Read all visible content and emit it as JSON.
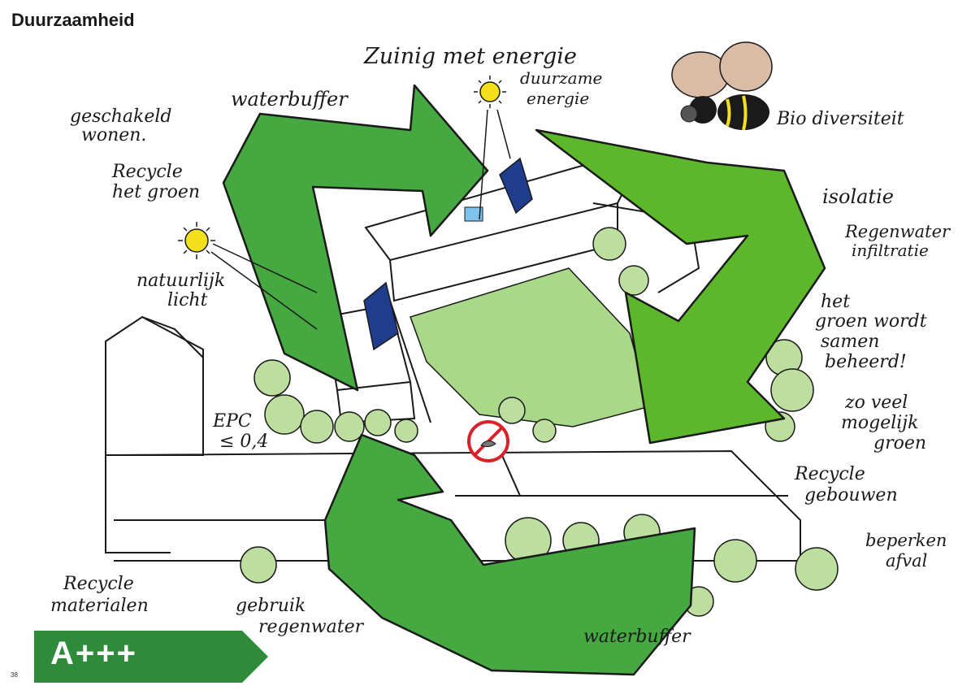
{
  "title": "Duurzaamheid",
  "page_number": "38",
  "rating": {
    "label": "A+++",
    "color": "#2e8b3a"
  },
  "colors": {
    "arrow_dark": "#45a840",
    "arrow_light": "#5cb82a",
    "lawn": "#a8d888",
    "tree": "#bcdf9f",
    "panel": "#1f3d8c",
    "sun": "#f3e01a",
    "no_sign": "#d8232a"
  },
  "labels": {
    "zuinig": "Zuinig met energie",
    "duurzame": "duurzame",
    "energie": "energie",
    "waterbuffer_top": "waterbuffer",
    "geschakeld": "geschakeld",
    "wonen": "wonen.",
    "recycle_het": "Recycle",
    "het_groen": "het groen",
    "natuurlijk": "natuurlijk",
    "licht": "licht",
    "biodiversiteit": "Bio diversiteit",
    "isolatie": "isolatie",
    "regenwater": "Regenwater",
    "infiltratie": "infiltratie",
    "het": "het",
    "groen_wordt": "groen wordt",
    "samen": "samen",
    "beheerd": "beheerd!",
    "zo_veel": "zo veel",
    "mogelijk": "mogelijk",
    "groen": "groen",
    "recycle_g": "Recycle",
    "gebouwen": "gebouwen",
    "epc": "EPC",
    "epc_val": "≤ 0,4",
    "beperken": "beperken",
    "afval": "afval",
    "recycle_m": "Recycle",
    "materialen": "materialen",
    "gebruik": "gebruik",
    "regenwater_b": "regenwater",
    "waterbuffer_bottom": "waterbuffer"
  },
  "icons": [
    "sun-icon",
    "solar-panel-icon",
    "bee-icon",
    "no-litter-icon",
    "tree-icon",
    "recycle-arrow-icon"
  ]
}
